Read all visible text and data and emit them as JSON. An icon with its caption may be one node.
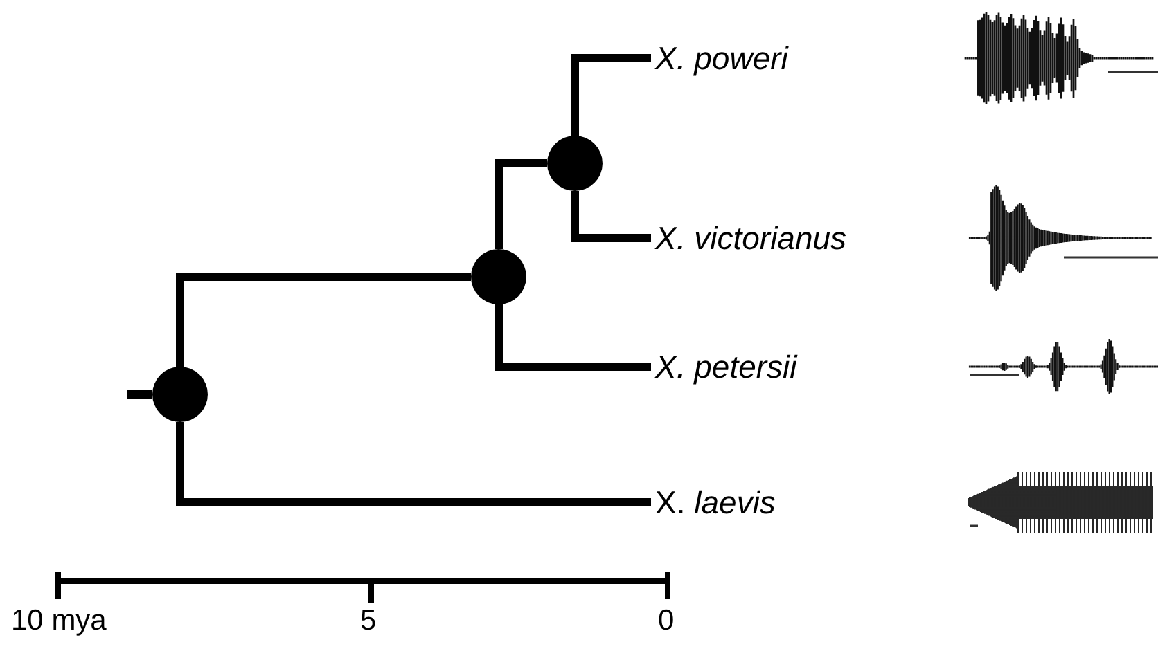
{
  "diagram": {
    "nodes": [
      {
        "text": [],
        "shape": "circle"
      },
      {
        "text": [],
        "shape": "circle"
      },
      {
        "text": [],
        "shape": "circle"
      },
      {
        "text": [
          "X. poweri"
        ]
      },
      {
        "text": [
          "X. victorianus"
        ]
      },
      {
        "text": [
          "X. petersii"
        ]
      },
      {
        "text": [
          "X. *laevis*"
        ]
      }
    ],
    "edges": [
      {
        "from": null,
        "to": 0,
        "arrow": "none"
      },
      {
        "from": 0,
        "to": 1,
        "arrow": "none"
      },
      {
        "from": 0,
        "to": 6,
        "arrow": "none"
      },
      {
        "from": 1,
        "to": 2,
        "arrow": "none"
      },
      {
        "from": 1,
        "to": 5,
        "arrow": "none"
      },
      {
        "from": 2,
        "to": 3,
        "arrow": "none"
      },
      {
        "from": 2,
        "to": 4,
        "arrow": "none"
      }
    ],
    "labels": [
      "10 mya",
      "5",
      "0"
    ]
  }
}
